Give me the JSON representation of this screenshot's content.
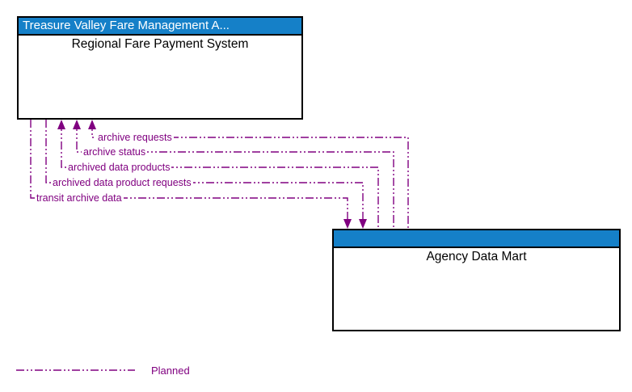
{
  "system_box": {
    "header": "Treasure Valley Fare Management A...",
    "name": "Regional Fare Payment System"
  },
  "data_mart_box": {
    "header": "",
    "name": "Agency Data Mart"
  },
  "flows": [
    {
      "label": "archive requests",
      "direction": "to Regional Fare Payment System"
    },
    {
      "label": "archive status",
      "direction": "to Regional Fare Payment System"
    },
    {
      "label": "archived data products",
      "direction": "to Regional Fare Payment System"
    },
    {
      "label": "archived data product requests",
      "direction": "to Agency Data Mart"
    },
    {
      "label": "transit archive data",
      "direction": "to Agency Data Mart"
    }
  ],
  "legend": {
    "label": "Planned",
    "line_style": "dash-dot-dot"
  },
  "colors": {
    "header_blue": "#1580C8",
    "flow_purple": "#800080",
    "border_black": "#000000"
  }
}
